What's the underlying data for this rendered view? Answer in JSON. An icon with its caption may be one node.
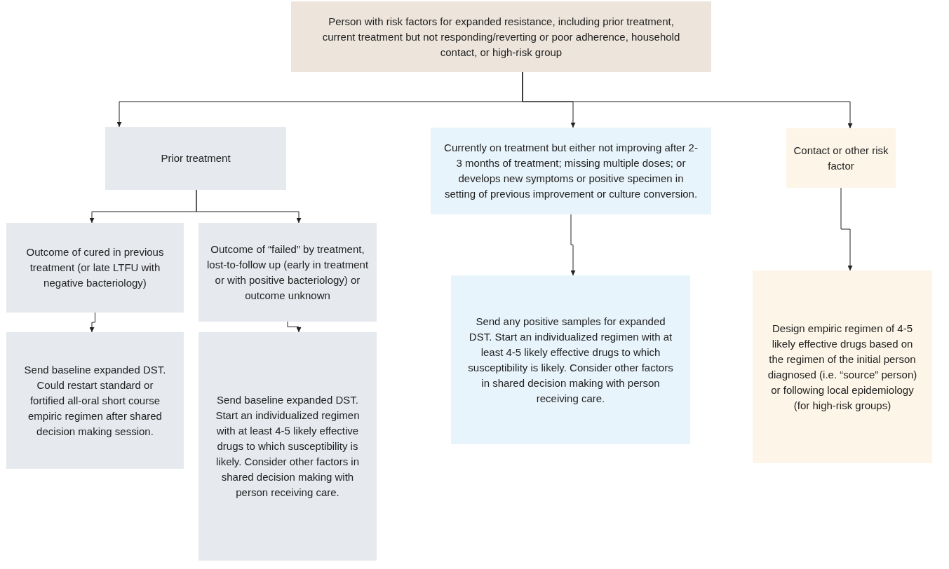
{
  "diagram": {
    "nodes": [
      {
        "text": [
          "Person with risk factors for expanded resistance, including prior treatment, current treatment but not responding/reverting or poor adherence, household contact, or high-risk group"
        ]
      },
      {
        "text": [
          "Prior treatment"
        ]
      },
      {
        "text": [
          "Currently on treatment but either not improving after 2-3 months of treatment; missing multiple doses; or develops new symptoms or positive specimen in setting of previous improvement or culture conversion."
        ]
      },
      {
        "text": [
          "Contact or other risk factor"
        ]
      },
      {
        "text": [
          "Outcome of cured in previous treatment (or late LTFU with negative bacteriology)"
        ]
      },
      {
        "text": [
          "Outcome of “failed” by treatment, lost-to-follow up (early in treatment or with positive bacteriology) or outcome unknown"
        ]
      },
      {
        "text": [
          "Send baseline expanded DST. Could restart standard or fortified all-oral short course empiric regimen after shared decision making session."
        ]
      },
      {
        "text": [
          "Send baseline expanded DST. Start an individualized regimen with at least 4-5 likely effective drugs to which susceptibility is likely. Consider other factors in shared decision making with person receiving care."
        ]
      },
      {
        "text": [
          "Send any positive samples for expanded DST. Start an individualized regimen with at least 4-5 likely effective drugs to which susceptibility is likely. Consider other factors in shared decision making with person receiving care."
        ]
      },
      {
        "text": [
          "Design empiric regimen of 4-5 likely effective drugs based on the regimen of the initial person diagnosed (i.e. “source” person) or following local epidemiology (for high-risk groups)"
        ]
      }
    ],
    "edges": [
      {
        "from": 0,
        "to": 1,
        "arrow": "to"
      },
      {
        "from": 0,
        "to": 2,
        "arrow": "to"
      },
      {
        "from": 0,
        "to": 3,
        "arrow": "to"
      },
      {
        "from": 1,
        "to": 4,
        "arrow": "to"
      },
      {
        "from": 1,
        "to": 5,
        "arrow": "to"
      },
      {
        "from": 4,
        "to": 6,
        "arrow": "to"
      },
      {
        "from": 5,
        "to": 7,
        "arrow": "to"
      },
      {
        "from": 2,
        "to": 8,
        "arrow": "to"
      },
      {
        "from": 3,
        "to": 9,
        "arrow": "to"
      }
    ]
  }
}
